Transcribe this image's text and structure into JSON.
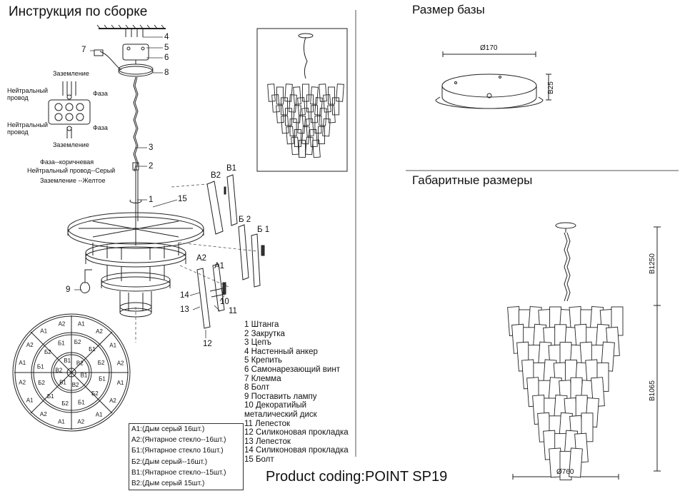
{
  "titles": {
    "assembly": "Инструкция по сборке",
    "base_size": "Размер базы",
    "overall_size": "Габаритные размеры",
    "product_coding": "Product coding:POINT SP19"
  },
  "wiring": {
    "ground_top": "Заземление",
    "neutral": [
      "Нейтральный",
      "провод"
    ],
    "phase": "Фаза",
    "neutral2": [
      "Нейтральный",
      "провод"
    ],
    "phase2": "Фаза",
    "ground_bottom": "Заземление",
    "legend": [
      "Фаза--коричневая",
      "Нейтральный провод--Серый",
      "Заземление --Желтое"
    ]
  },
  "callouts": {
    "c1": "1",
    "c2": "2",
    "c3": "3",
    "c4": "4",
    "c5": "5",
    "c6": "6",
    "c7": "7",
    "c8": "8",
    "c9": "9",
    "c10": "10",
    "c11": "11",
    "c12": "12",
    "c13": "13",
    "c14": "14",
    "c15": "15",
    "b2": "B2",
    "b1": "B1",
    "bb2": "Б 2",
    "bb1": "Б 1",
    "a2": "A2",
    "a1": "A1"
  },
  "parts": [
    "1  Штанга",
    "2  Закрутка",
    "3  Цепъ",
    "4  Настенный анкер",
    "5  Крепить",
    "6  Самонарезающий винт",
    "7  Клемма",
    "8  Болт",
    "9 Поставить лампу",
    "10  Декоратийый",
    "      металический диск",
    "11 Лепесток",
    "12 Силиконовая прокладка",
    "13 Лепесток",
    "14 Силиконовая прокладка",
    "15 Болт"
  ],
  "materials": [
    "A1:(Дым серый 16шт.)",
    "A2:(Янтарное стекло--16шт.)",
    "Б1:(Янтарное стекло 16шт.)",
    "Б2:(Дым серый--16шт.)",
    "B1:(Янтарное стекло--15шт.)",
    "B2:(Дым серый 15шт.)"
  ],
  "dimensions": {
    "base_diameter": "Ø170",
    "base_height": "B25",
    "overall_height": "B1250",
    "body_height": "B1065",
    "overall_diameter": "Ø760"
  },
  "ring_labels": [
    "A1",
    "A2",
    "Б1",
    "Б2",
    "B1",
    "B2"
  ]
}
